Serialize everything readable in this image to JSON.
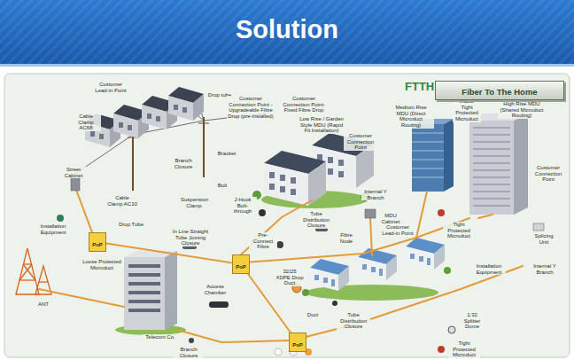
{
  "diagram": {
    "title": "Solution",
    "nodes": [
      {
        "text": [
          "Fiber To The Home"
        ]
      },
      {
        "text": [
          "PoP"
        ]
      },
      {
        "text": [
          "PoP"
        ]
      },
      {
        "text": [
          "PoP"
        ]
      }
    ],
    "edges": [
      {
        "from": 1,
        "to": 2,
        "arrow": "none"
      },
      {
        "from": 2,
        "to": 3,
        "arrow": "none"
      }
    ],
    "labels": [
      "FTTH",
      "Customer Lead-in Point",
      "Cable Clamp AC68",
      "Drop tube",
      "Bracket",
      "Branch Closure",
      "Street Cabinet",
      "Cable Clamp AC10",
      "Bolt",
      "Suspension Clamp",
      "J-Hook Bolt-through",
      "Installation Equipment",
      "Drop Tube",
      "In Line Straight Tube Joining Closure",
      "Loose Protected Microduct",
      "ANT",
      "Telecom Co.",
      "Access Chamber",
      "Branch Closure",
      "Customer Connection Point - Upgradeable Fibre Drop (pre-installed)",
      "Customer Connection Point- Fixed Fibre Drop",
      "Low Rise / Garden Style MDU (Rapid Fit Installation)",
      "Customer Connection Point",
      "Pre-Connect Fibre",
      "Tube Distribution Closure",
      "Fibre Node",
      "MDU Cabinet",
      "Customer Lead-in Point",
      "32/25 XDPE Drop Duct",
      "Duct",
      "Tube Distribution Closure",
      "Medium Rise MDU (Direct Microduct Routing)",
      "Internal Y Branch",
      "Indoor Tight Protected Microduct",
      "High Rise MDU (Shared Microduct Routing)",
      "Customer Connection Point",
      "Tight Protected Microduct",
      "Splicing Unit",
      "Installation Equipment",
      "Internal Y Branch",
      "1:32 Splitter Dome",
      "Tight Protected Microduct"
    ]
  }
}
